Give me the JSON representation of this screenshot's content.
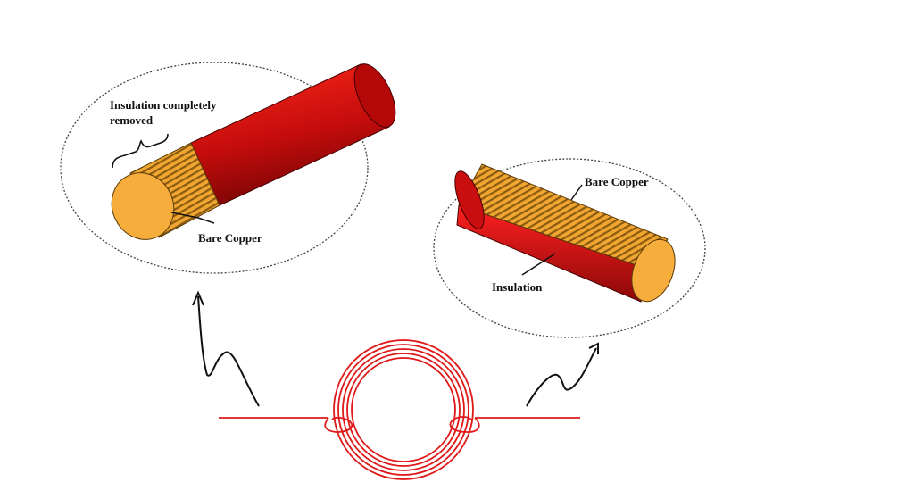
{
  "labels": {
    "left_removed_line1": "Insulation completely",
    "left_removed_line2": "removed",
    "left_bare_copper": "Bare Copper",
    "right_bare_copper": "Bare Copper",
    "right_insulation": "Insulation"
  },
  "colors": {
    "insulation": "#d80f0f",
    "copper": "#f5a623",
    "copper_stripe": "#8a5a10",
    "coil": "#e01818"
  }
}
